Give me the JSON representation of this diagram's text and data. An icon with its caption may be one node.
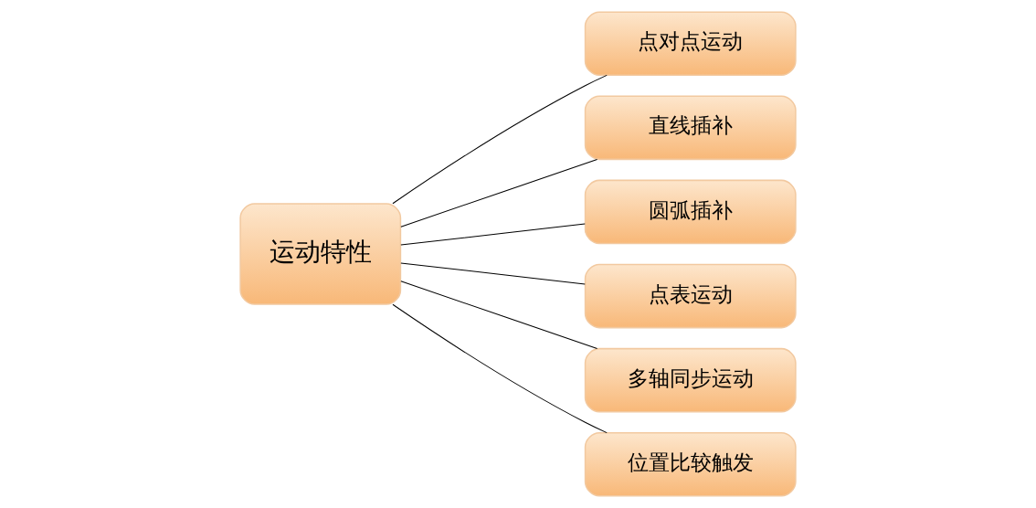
{
  "diagram": {
    "nodes": [
      {
        "text": [
          "运动特性"
        ]
      },
      {
        "text": [
          "点对点运动"
        ]
      },
      {
        "text": [
          "直线插补"
        ]
      },
      {
        "text": [
          "圆弧插补"
        ]
      },
      {
        "text": [
          "点表运动"
        ]
      },
      {
        "text": [
          "多轴同步运动"
        ]
      },
      {
        "text": [
          "位置比较触发"
        ]
      }
    ],
    "edges": [
      {
        "from": 0,
        "to": 1,
        "arrow": "none"
      },
      {
        "from": 0,
        "to": 2,
        "arrow": "none"
      },
      {
        "from": 0,
        "to": 3,
        "arrow": "none"
      },
      {
        "from": 0,
        "to": 4,
        "arrow": "none"
      },
      {
        "from": 0,
        "to": 5,
        "arrow": "none"
      },
      {
        "from": 0,
        "to": 6,
        "arrow": "none"
      }
    ]
  }
}
